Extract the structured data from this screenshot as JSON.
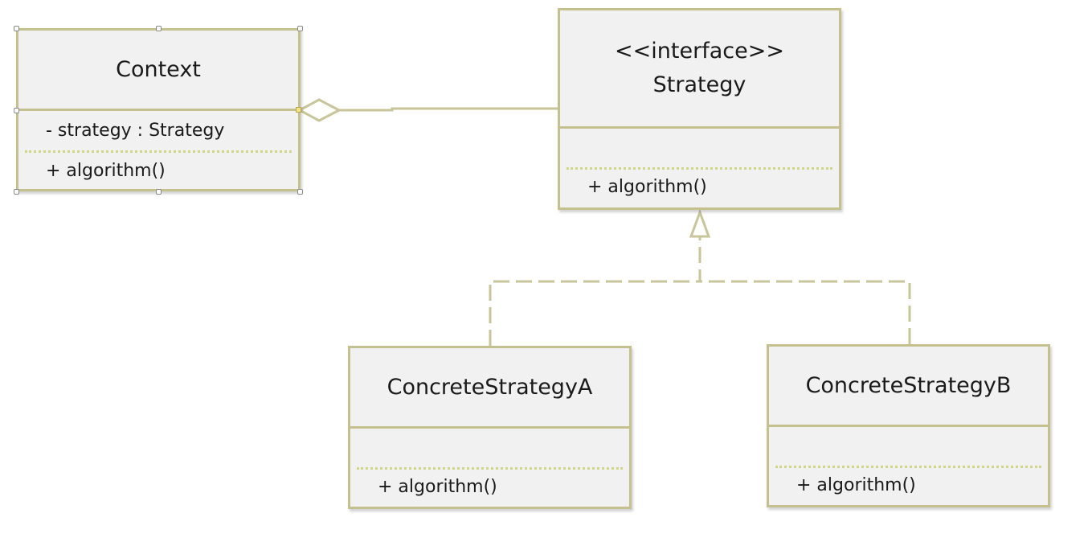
{
  "classes": {
    "context": {
      "name": "Context",
      "attributes": [
        "- strategy : Strategy"
      ],
      "operations": [
        "+ algorithm()"
      ]
    },
    "strategy": {
      "stereotype": "<<interface>>",
      "name": "Strategy",
      "attributes": [],
      "operations": [
        "+ algorithm()"
      ]
    },
    "concrete_a": {
      "name": "ConcreteStrategyA",
      "attributes": [],
      "operations": [
        "+ algorithm()"
      ]
    },
    "concrete_b": {
      "name": "ConcreteStrategyB",
      "attributes": [],
      "operations": [
        "+ algorithm()"
      ]
    }
  },
  "relations": [
    {
      "type": "aggregation",
      "from": "Context",
      "to": "Strategy"
    },
    {
      "type": "realization",
      "from": "ConcreteStrategyA",
      "to": "Strategy"
    },
    {
      "type": "realization",
      "from": "ConcreteStrategyB",
      "to": "Strategy"
    }
  ],
  "colors": {
    "border": "#c4c090",
    "fill": "#f1f1f1",
    "separator": "#d2d68a",
    "connector": "#c8c59a"
  }
}
